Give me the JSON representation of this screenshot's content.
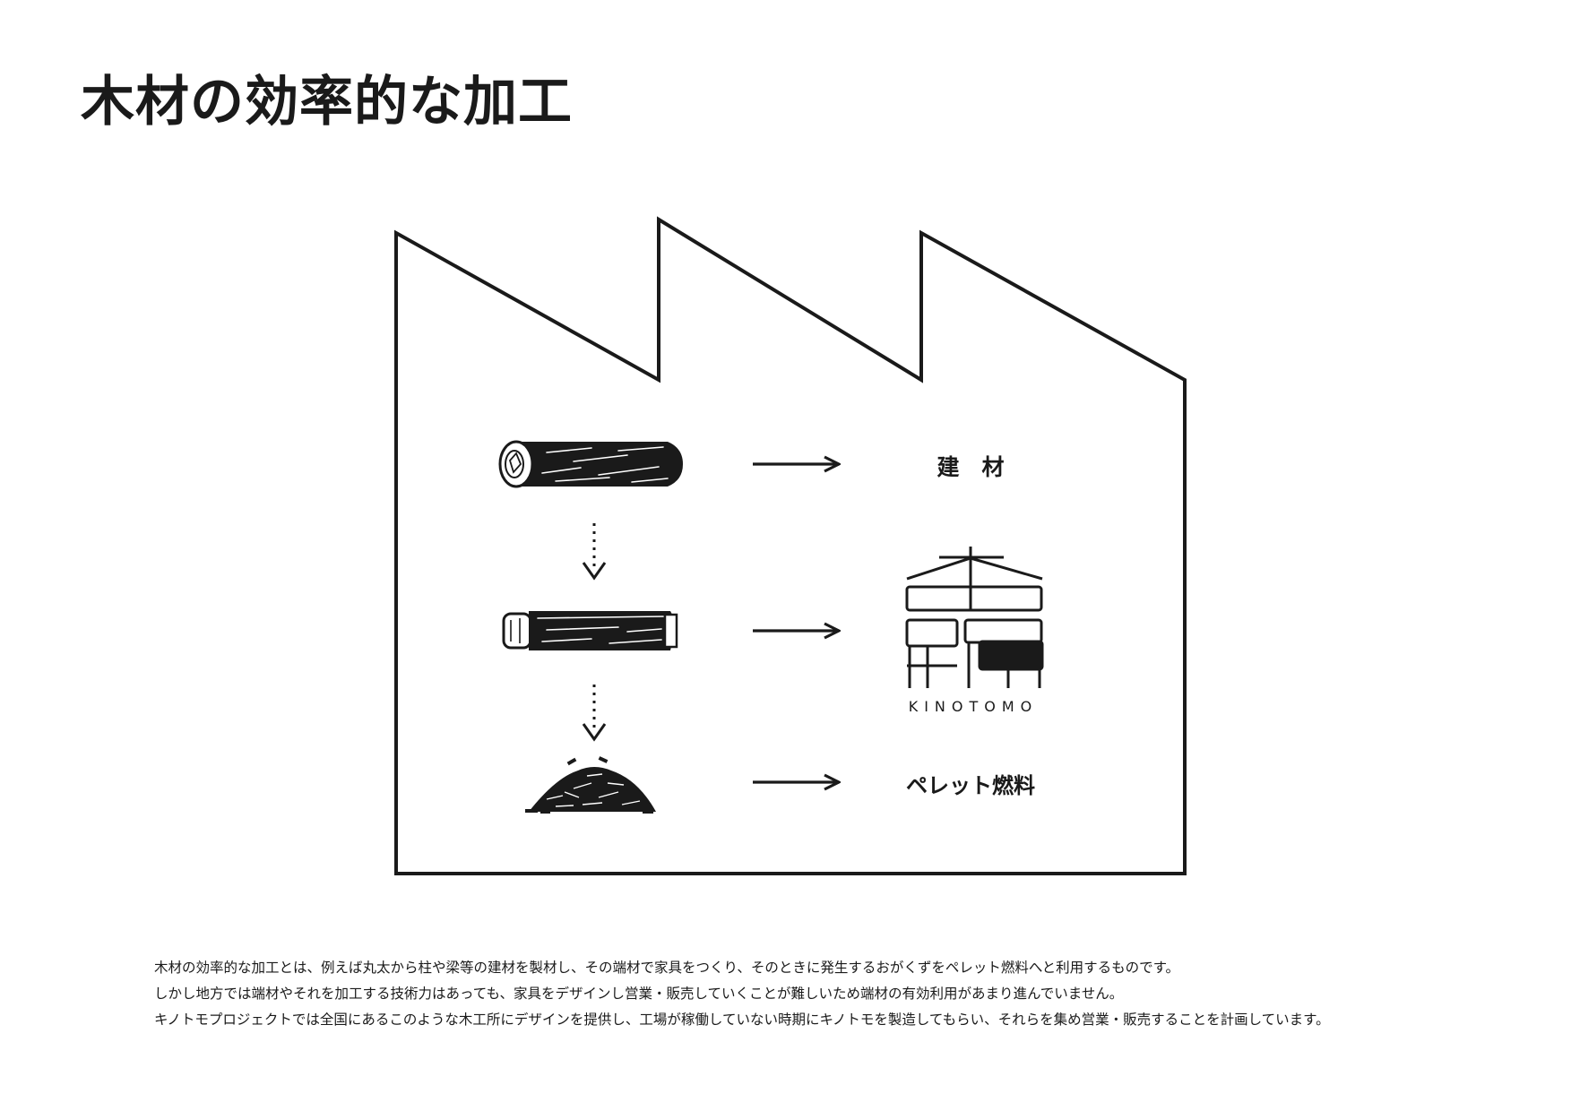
{
  "title": "木材の効率的な加工",
  "outputs": {
    "building_material": "建　材",
    "pellet_fuel": "ペレット燃料"
  },
  "brand": {
    "name": "KINOTOMO"
  },
  "description": {
    "lines": [
      "木材の効率的な加工とは、例えば丸太から柱や梁等の建材を製材し、その端材で家具をつくり、そのときに発生するおがくずをペレット燃料へと利用するものです。",
      "しかし地方では端材やそれを加工する技術力はあっても、家具をデザインし営業・販売していくことが難しいため端材の有効利用があまり進んでいません。",
      "キノトモプロジェクトでは全国にあるこのような木工所にデザインを提供し、工場が稼働していない時期にキノトモを製造してもらい、それらを集め営業・販売することを計画しています。"
    ]
  },
  "colors": {
    "ink": "#1a1a1a",
    "background": "#ffffff"
  }
}
